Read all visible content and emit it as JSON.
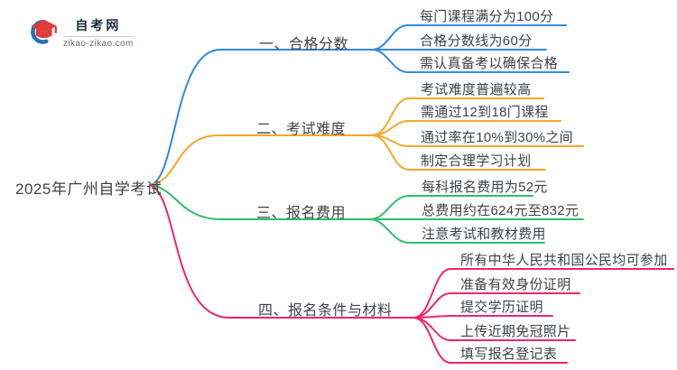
{
  "logo": {
    "title": "自考网",
    "domain": "zikao-zikao.com",
    "blue": "#2770b5",
    "red": "#e23b3b"
  },
  "root": {
    "label": "2025年广州自学考试"
  },
  "text_color": "#3d4349",
  "branches": [
    {
      "label": "一、合格分数",
      "color": "#3089e6",
      "items": [
        "每门课程满分为100分",
        "合格分数线为60分",
        "需认真备考以确保合格"
      ]
    },
    {
      "label": "二、考试难度",
      "color": "#f8a62b",
      "items": [
        "考试难度普遍较高",
        "需通过12到18门课程",
        "通过率在10%到30%之间",
        "制定合理学习计划"
      ]
    },
    {
      "label": "三、报名费用",
      "color": "#2cc06e",
      "items": [
        "每科报名费用为52元",
        "总费用约在624元至832元",
        "注意考试和教材费用"
      ]
    },
    {
      "label": "四、报名条件与材料",
      "color": "#f0256d",
      "items": [
        "所有中华人民共和国公民均可参加",
        "准备有效身份证明",
        "提交学历证明",
        "上传近期免冠照片",
        "填写报名登记表"
      ]
    }
  ]
}
